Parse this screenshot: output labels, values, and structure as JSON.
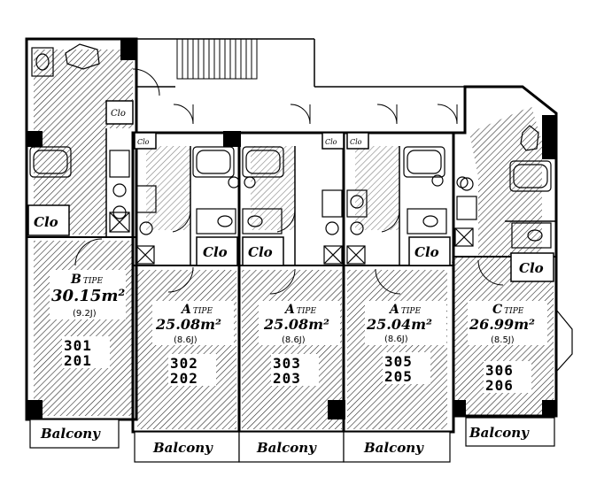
{
  "units": [
    {
      "id": "B",
      "type_letter": "B",
      "type_word": "TIPE",
      "area": "30.15m²",
      "jo": "(9.2J)",
      "rooms": [
        "301",
        "201"
      ]
    },
    {
      "id": "A1",
      "type_letter": "A",
      "type_word": "TIPE",
      "area": "25.08m²",
      "jo": "(8.6J)",
      "rooms": [
        "302",
        "202"
      ]
    },
    {
      "id": "A2",
      "type_letter": "A",
      "type_word": "TIPE",
      "area": "25.08m²",
      "jo": "(8.6J)",
      "rooms": [
        "303",
        "203"
      ]
    },
    {
      "id": "A3",
      "type_letter": "A",
      "type_word": "TIPE",
      "area": "25.04m²",
      "jo": "(8.6J)",
      "rooms": [
        "305",
        "205"
      ]
    },
    {
      "id": "C",
      "type_letter": "C",
      "type_word": "TIPE",
      "area": "26.99m²",
      "jo": "(8.5J)",
      "rooms": [
        "306",
        "206"
      ]
    }
  ],
  "closet_label": "Clo",
  "balcony_label": "Balcony"
}
